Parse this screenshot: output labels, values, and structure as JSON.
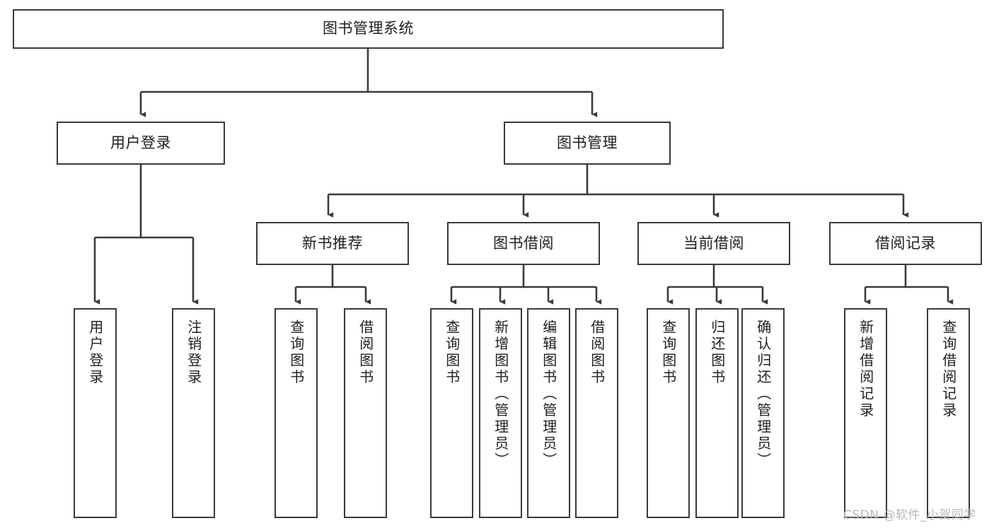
{
  "diagram": {
    "type": "tree-hierarchy",
    "title": "图书管理系统",
    "root": {
      "label": "图书管理系统"
    },
    "level1": [
      {
        "label": "用户登录"
      },
      {
        "label": "图书管理"
      }
    ],
    "level2": [
      {
        "label": "新书推荐",
        "parent": "图书管理"
      },
      {
        "label": "图书借阅",
        "parent": "图书管理"
      },
      {
        "label": "当前借阅",
        "parent": "图书管理"
      },
      {
        "label": "借阅记录",
        "parent": "图书管理"
      }
    ],
    "leaves": {
      "user_login": [
        {
          "label": "用户登录"
        },
        {
          "label": "注销登录"
        }
      ],
      "new_book_recommend": [
        {
          "label": "查询图书"
        },
        {
          "label": "借阅图书"
        }
      ],
      "book_borrow": [
        {
          "label": "查询图书"
        },
        {
          "label": "新增图书（管理员）"
        },
        {
          "label": "编辑图书（管理员）"
        },
        {
          "label": "借阅图书"
        }
      ],
      "current_borrow": [
        {
          "label": "查询图书"
        },
        {
          "label": "归还图书"
        },
        {
          "label": "确认归还（管理员）"
        }
      ],
      "borrow_record": [
        {
          "label": "新增借阅记录"
        },
        {
          "label": "查询借阅记录"
        }
      ]
    }
  },
  "watermark": {
    "text": "CSDN @软件_小贺同学"
  },
  "colors": {
    "stroke": "#3a3a3a",
    "text": "#1f1f1f",
    "background": "#ffffff",
    "watermark": "#b9b9b9"
  }
}
